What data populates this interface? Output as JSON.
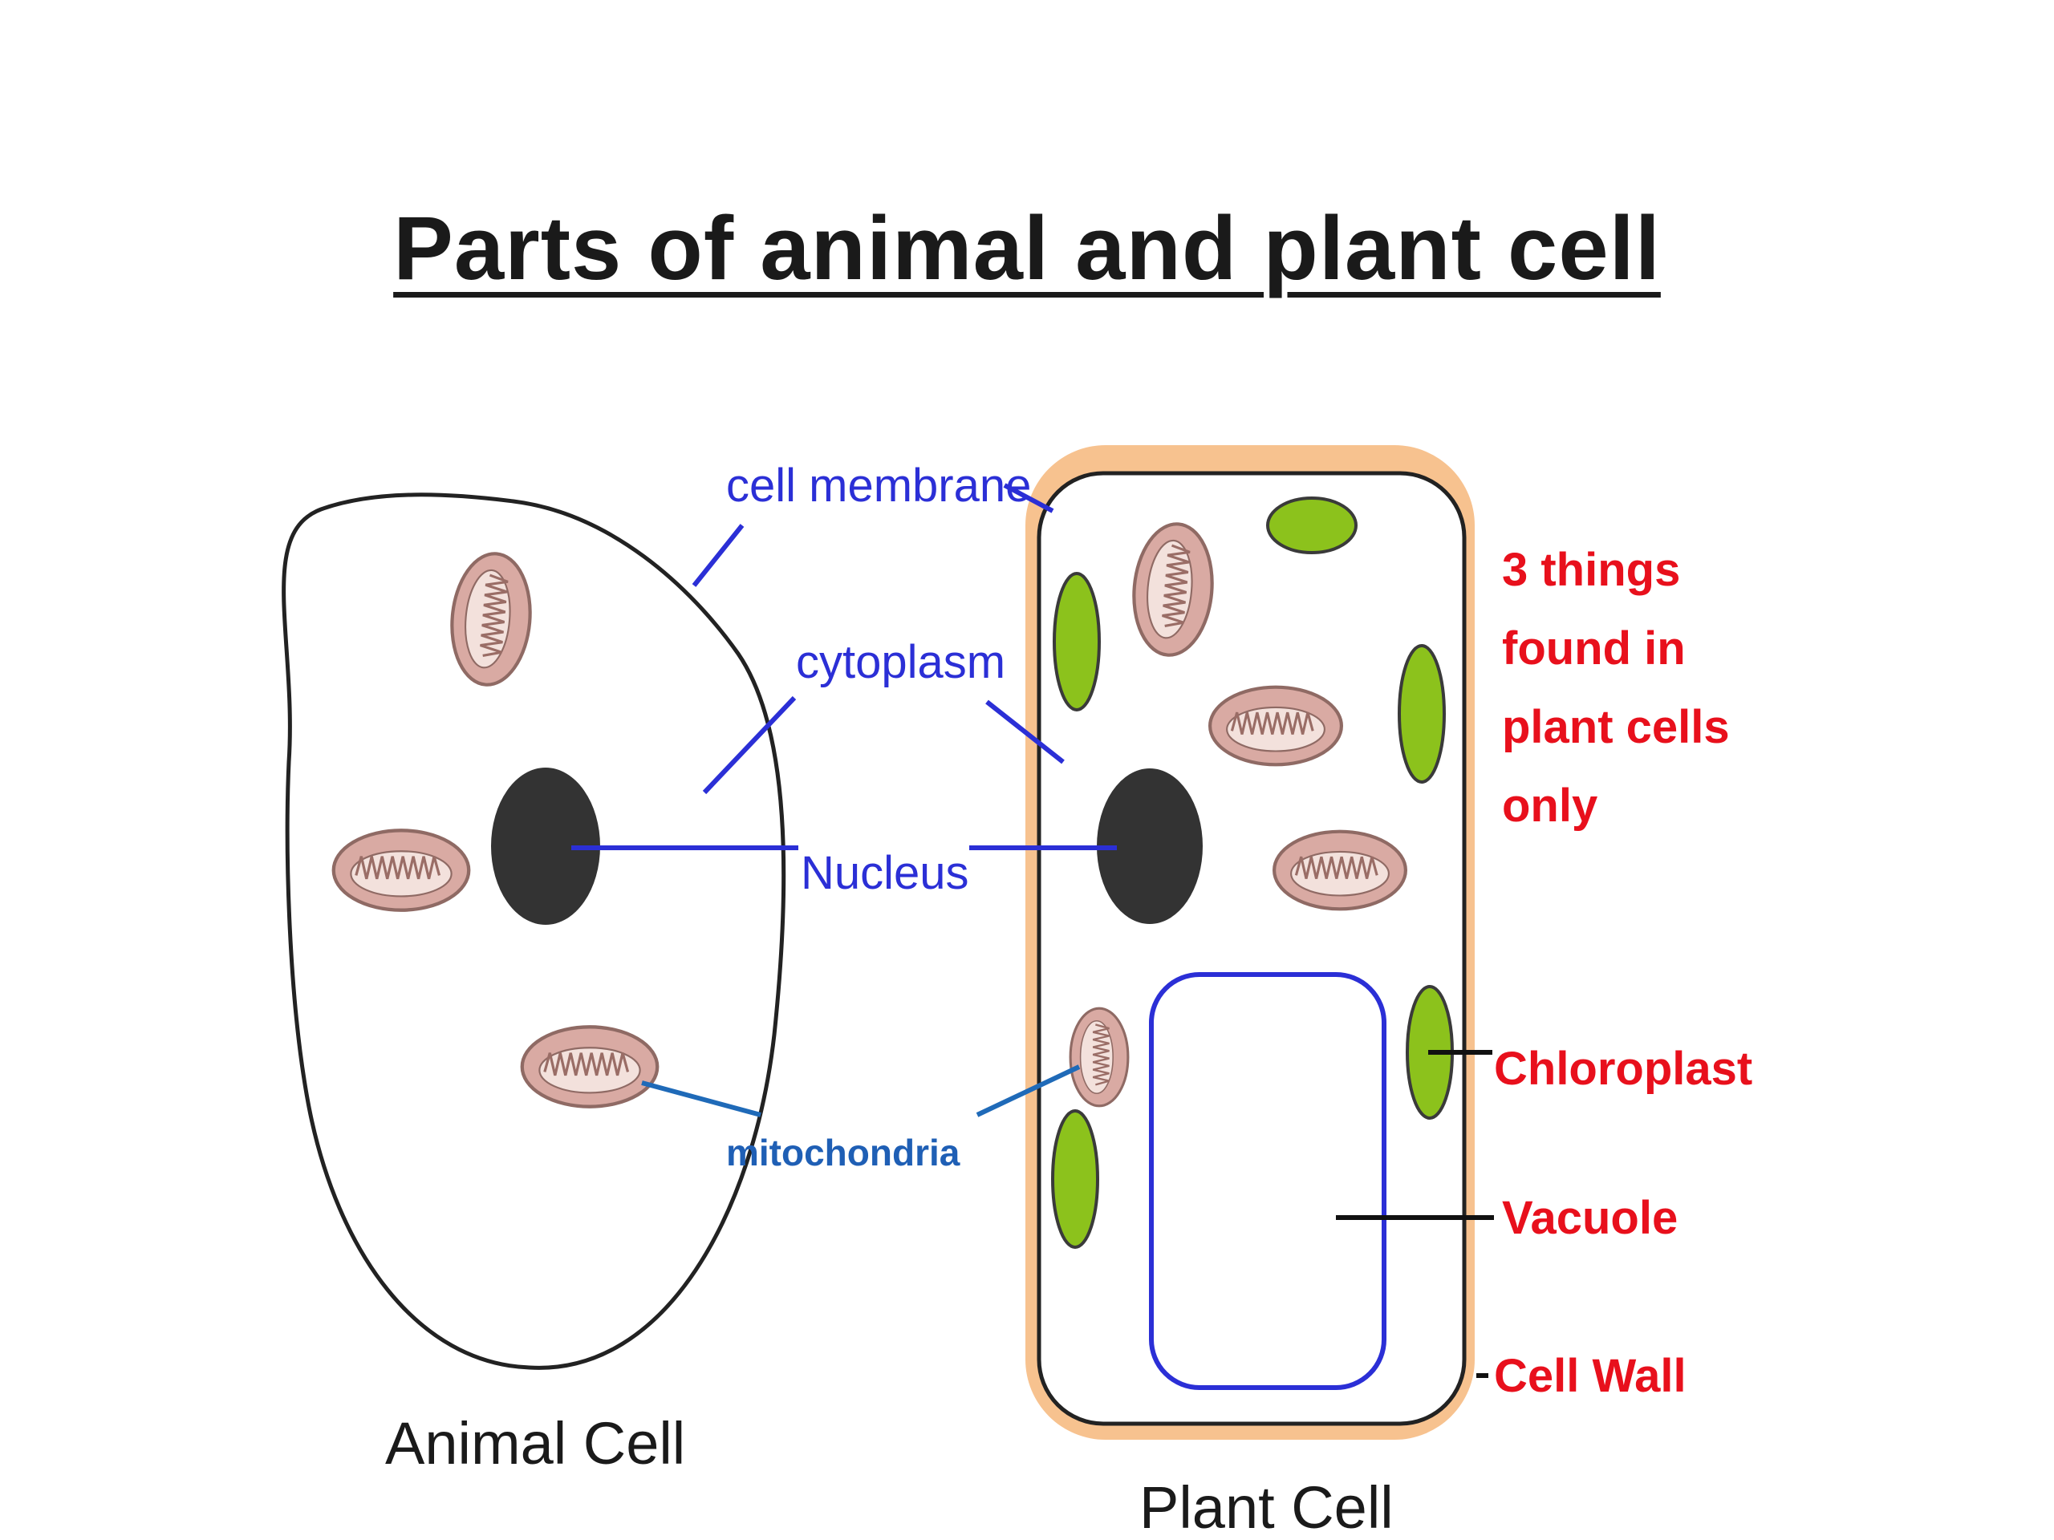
{
  "title": "Parts of animal and plant cell",
  "labels": {
    "cell_membrane": "cell membrane",
    "cytoplasm": "cytoplasm",
    "nucleus": "Nucleus",
    "mitochondria": "mitochondria",
    "plant_only_note": [
      "3 things",
      "found in",
      "plant cells",
      "only"
    ],
    "chloroplast": "Chloroplast",
    "vacuole": "Vacuole",
    "cell_wall": "Cell Wall",
    "animal_cell": "Animal Cell",
    "plant_cell": "Plant Cell"
  },
  "colors": {
    "label_blue": "#2b2fd6",
    "label_red": "#e8101c",
    "mito_label": "#1f5fb5",
    "cell_wall": "#f7c28f",
    "chloroplast": "#8cc21c",
    "nucleus": "#333333",
    "mitochondria": "#d9a9a3"
  }
}
